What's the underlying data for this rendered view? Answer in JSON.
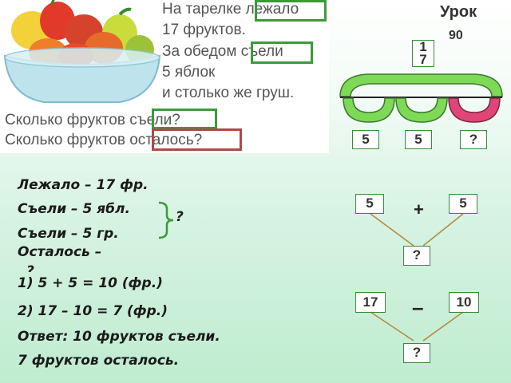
{
  "problem": {
    "line1_pre": "На тарелке ",
    "line1_word": "лежало",
    "line2": "17 фруктов.",
    "line3_pre": "За обедом ",
    "line3_word": "съели",
    "line4": "5 яблок",
    "line5": "и столько же груш.",
    "q1_pre": "Сколько фруктов ",
    "q1_word": "съели?",
    "q2_pre": "Сколько фруктов ",
    "q2_word": "осталось?"
  },
  "lesson": {
    "title": "Урок",
    "number": "90"
  },
  "scheme": {
    "total_top": "1",
    "total_bottom": "7",
    "part1": "5",
    "part2": "5",
    "unknown": "?"
  },
  "notes": {
    "lay": "Лежало – 17 фр.",
    "ate_apples": "Съели – 5 ябл.",
    "ate_pears": "Съели – 5 гр.",
    "remain": "Осталось –",
    "remain_q": "?",
    "brace_q": "?",
    "step1": "1) 5 + 5 = 10 (фр.)",
    "step2": "2) 17 – 10 = 7 (фр.)",
    "answer1": "Ответ: 10 фруктов съели.",
    "answer2": "7 фруктов осталось."
  },
  "diagram_add": {
    "left": "5",
    "right": "5",
    "op": "+",
    "result": "?"
  },
  "diagram_sub": {
    "left": "17",
    "right": "10",
    "op": "–",
    "result": "?"
  },
  "colors": {
    "green": "#3c9a3a",
    "red": "#b04848",
    "arc_green": "#7ed957",
    "arc_pink": "#e0457a"
  }
}
